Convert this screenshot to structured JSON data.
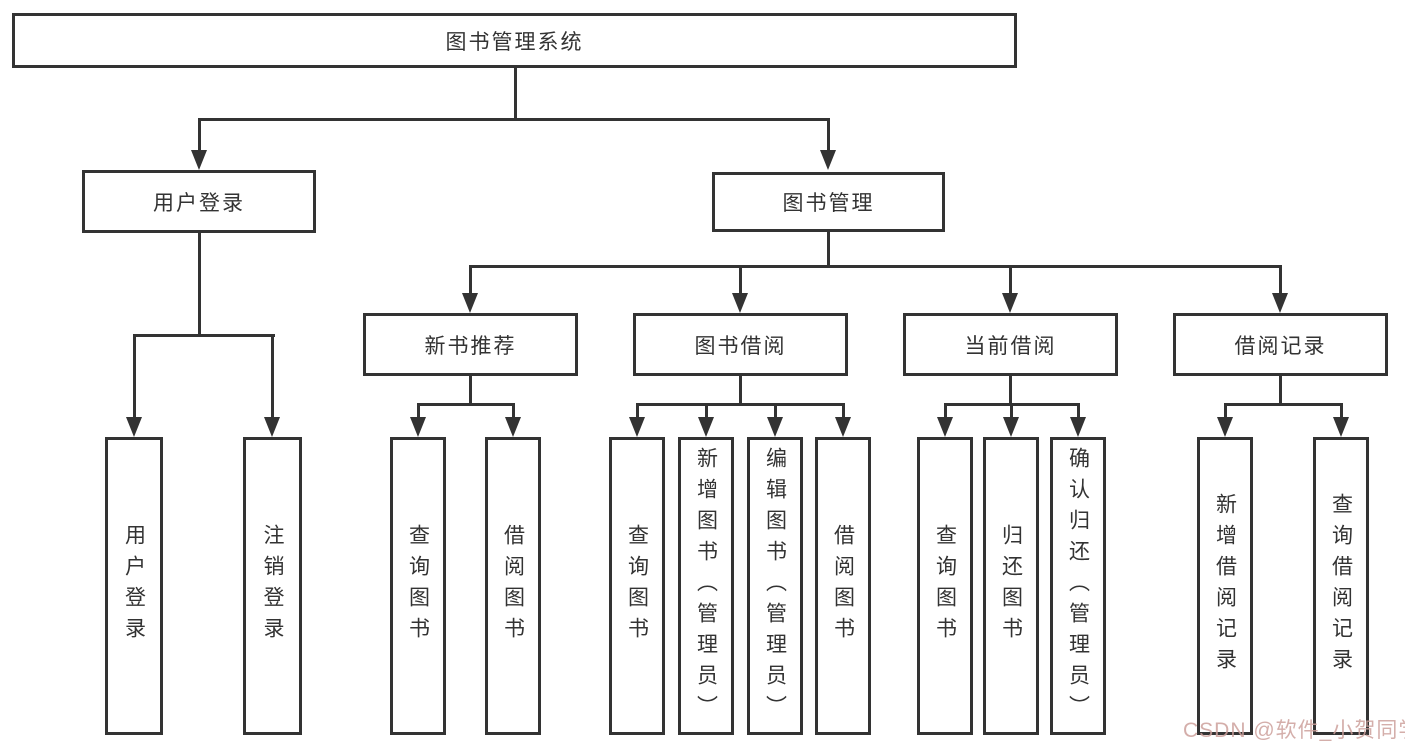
{
  "diagram": {
    "root": {
      "label": "图书管理系统"
    },
    "branches": [
      {
        "label": "用户登录",
        "children": [
          "用户登录",
          "注销登录"
        ]
      },
      {
        "label": "图书管理",
        "sections": [
          {
            "label": "新书推荐",
            "children": [
              "查询图书",
              "借阅图书"
            ]
          },
          {
            "label": "图书借阅",
            "children": [
              "查询图书",
              "新增图书（管理员）",
              "编辑图书（管理员）",
              "借阅图书"
            ]
          },
          {
            "label": "当前借阅",
            "children": [
              "查询图书",
              "归还图书",
              "确认归还（管理员）"
            ]
          },
          {
            "label": "借阅记录",
            "children": [
              "新增借阅记录",
              "查询借阅记录"
            ]
          }
        ]
      }
    ]
  },
  "colors": {
    "line": "#333333",
    "background": "#ffffff",
    "watermark_pink": "#cda09b"
  },
  "watermark": {
    "text": "CSDN @软件_小贺同学"
  }
}
